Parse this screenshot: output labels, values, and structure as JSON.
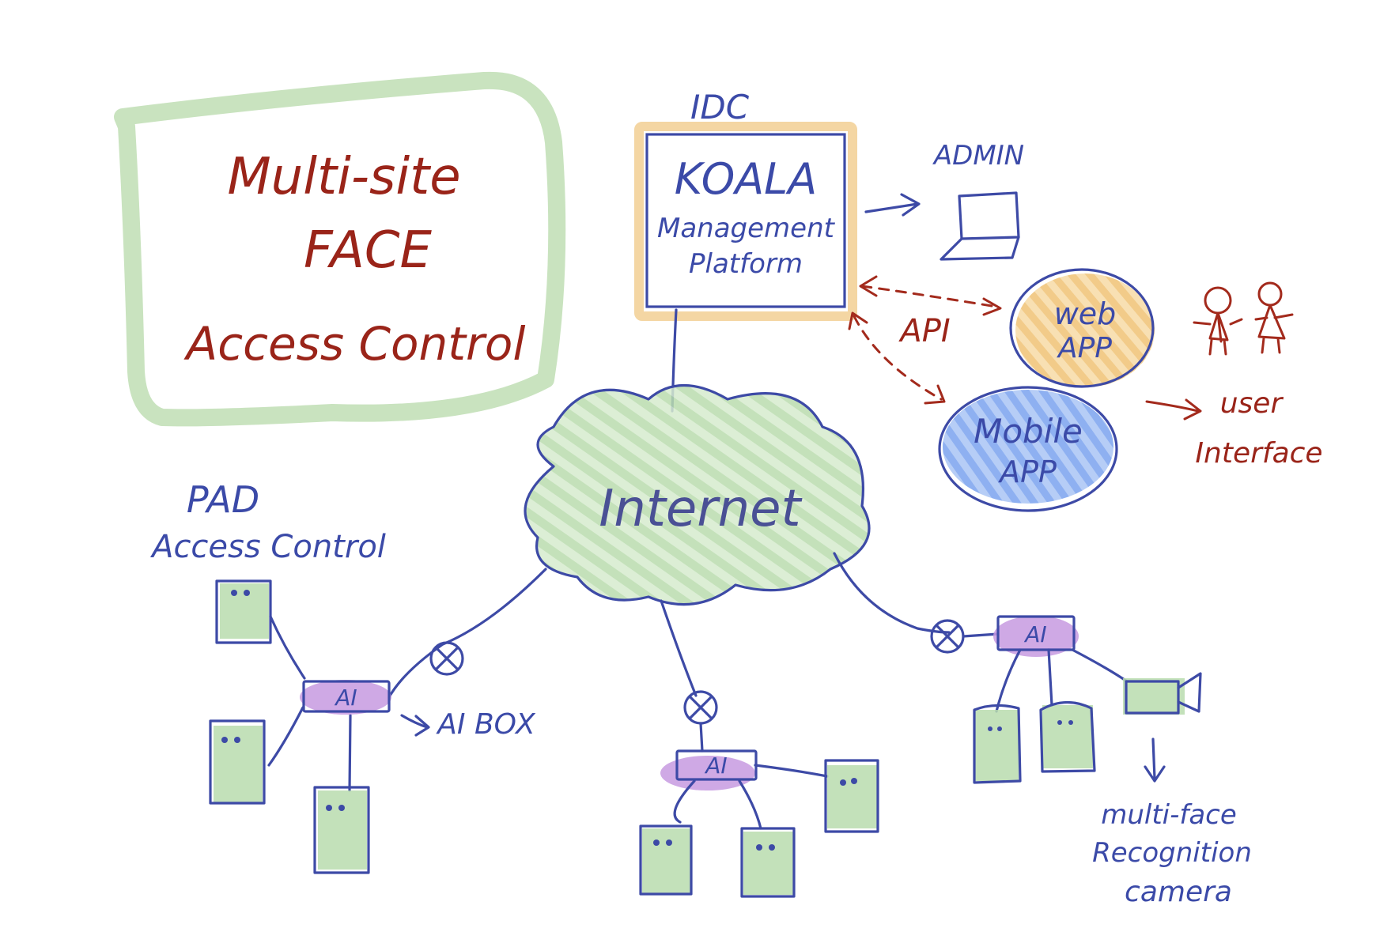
{
  "title": {
    "line1": "Multi-site",
    "line2": "FACE",
    "line3": "Access Control"
  },
  "idc": {
    "label": "IDC",
    "koala": "KOALA",
    "management": "Management",
    "platform": "Platform"
  },
  "admin": {
    "label": "ADMIN"
  },
  "api": {
    "label": "API"
  },
  "web_app": {
    "line1": "web",
    "line2": "APP"
  },
  "mobile_app": {
    "line1": "Mobile",
    "line2": "APP"
  },
  "user_interface": {
    "line1": "user",
    "line2": "Interface"
  },
  "internet": {
    "label": "Internet"
  },
  "pad": {
    "line1": "PAD",
    "line2": "Access Control"
  },
  "ai_box": {
    "chip_label": "AI",
    "callout": "AI BOX"
  },
  "camera": {
    "line1": "multi-face",
    "line2": "Recognition",
    "line3": "camera"
  },
  "colors": {
    "ink_blue": "#3d4aa6",
    "ink_red": "#a32a1c",
    "pastel_green": "#b9dcae",
    "pastel_purple": "#b57bd6",
    "pastel_orange": "#f4cf8e",
    "pastel_blue": "#7aa2ee"
  }
}
